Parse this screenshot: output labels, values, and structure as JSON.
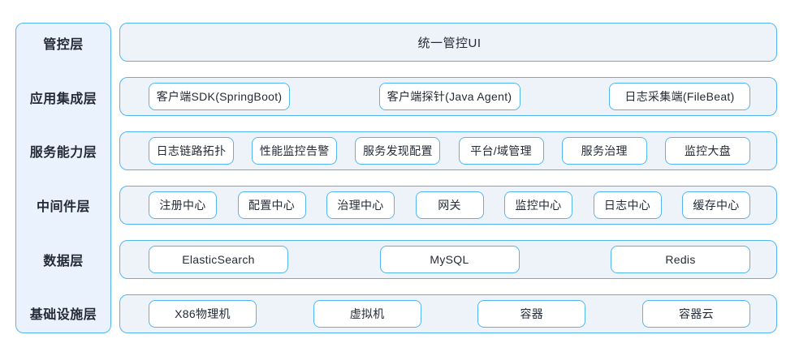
{
  "colors": {
    "border_blue": "#53b5f0",
    "row_background": "#eef3f9",
    "sidebar_background": "#e9f2fd",
    "chip_background": "#ffffff",
    "text": "#252b36"
  },
  "layers": [
    {
      "label": "管控层",
      "items": [
        "统一管控UI"
      ]
    },
    {
      "label": "应用集成层",
      "items": [
        "客户端SDK(SpringBoot)",
        "客户端探针(Java Agent)",
        "日志采集端(FileBeat)"
      ]
    },
    {
      "label": "服务能力层",
      "items": [
        "日志链路拓扑",
        "性能监控告警",
        "服务发现配置",
        "平台/域管理",
        "服务治理",
        "监控大盘"
      ]
    },
    {
      "label": "中间件层",
      "items": [
        "注册中心",
        "配置中心",
        "治理中心",
        "网关",
        "监控中心",
        "日志中心",
        "缓存中心"
      ]
    },
    {
      "label": "数据层",
      "items": [
        "ElasticSearch",
        "MySQL",
        "Redis"
      ]
    },
    {
      "label": "基础设施层",
      "items": [
        "X86物理机",
        "虚拟机",
        "容器",
        "容器云"
      ]
    }
  ]
}
